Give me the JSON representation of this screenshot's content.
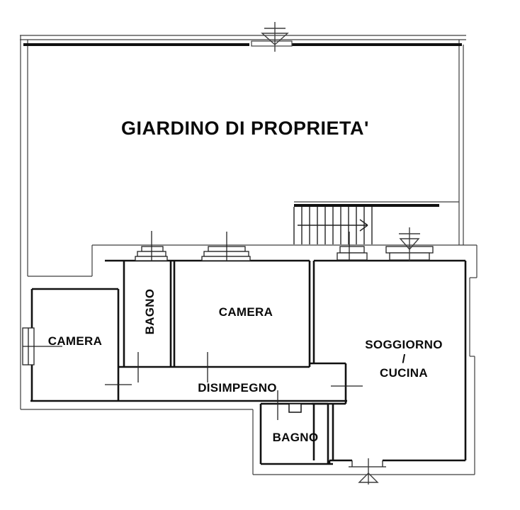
{
  "plan": {
    "garden_label": "GIARDINO DI PROPRIETA'",
    "rooms": [
      {
        "id": "camera-left",
        "label": "CAMERA"
      },
      {
        "id": "bagno-top",
        "label": "BAGNO",
        "orientation": "vertical"
      },
      {
        "id": "camera-middle",
        "label": "CAMERA"
      },
      {
        "id": "soggiorno-cucina",
        "label_lines": [
          "SOGGIORNO",
          "/",
          "CUCINA"
        ]
      },
      {
        "id": "disimpegno",
        "label": "DISIMPEGNO"
      },
      {
        "id": "bagno-bottom",
        "label": "BAGNO"
      }
    ],
    "features": [
      "garden-gate",
      "outdoor-staircase",
      "main-entrance",
      "rear-entrance",
      "windows"
    ],
    "colors": {
      "wall": "#111111",
      "outline": "#3d3d3d",
      "background": "#ffffff",
      "text": "#0a0a0a"
    }
  }
}
